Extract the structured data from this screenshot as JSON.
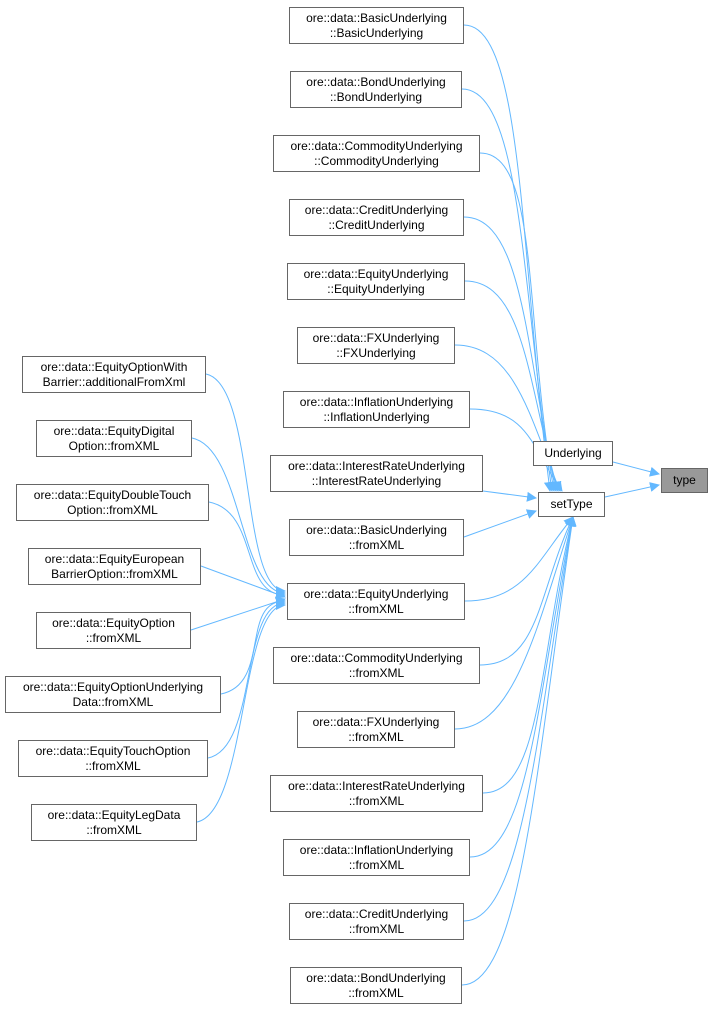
{
  "target": {
    "label": "type"
  },
  "direct_callers": [
    {
      "label": "Underlying"
    },
    {
      "label": "setType"
    }
  ],
  "settype_callers": [
    {
      "l1": "ore::data::BasicUnderlying",
      "l2": "::BasicUnderlying"
    },
    {
      "l1": "ore::data::BondUnderlying",
      "l2": "::BondUnderlying"
    },
    {
      "l1": "ore::data::CommodityUnderlying",
      "l2": "::CommodityUnderlying"
    },
    {
      "l1": "ore::data::CreditUnderlying",
      "l2": "::CreditUnderlying"
    },
    {
      "l1": "ore::data::EquityUnderlying",
      "l2": "::EquityUnderlying"
    },
    {
      "l1": "ore::data::FXUnderlying",
      "l2": "::FXUnderlying"
    },
    {
      "l1": "ore::data::InflationUnderlying",
      "l2": "::InflationUnderlying"
    },
    {
      "l1": "ore::data::InterestRateUnderlying",
      "l2": "::InterestRateUnderlying"
    },
    {
      "l1": "ore::data::BasicUnderlying",
      "l2": "::fromXML"
    },
    {
      "l1": "ore::data::EquityUnderlying",
      "l2": "::fromXML"
    },
    {
      "l1": "ore::data::CommodityUnderlying",
      "l2": "::fromXML"
    },
    {
      "l1": "ore::data::FXUnderlying",
      "l2": "::fromXML"
    },
    {
      "l1": "ore::data::InterestRateUnderlying",
      "l2": "::fromXML"
    },
    {
      "l1": "ore::data::InflationUnderlying",
      "l2": "::fromXML"
    },
    {
      "l1": "ore::data::CreditUnderlying",
      "l2": "::fromXML"
    },
    {
      "l1": "ore::data::BondUnderlying",
      "l2": "::fromXML"
    }
  ],
  "equity_fromxml_callers": [
    {
      "l1": "ore::data::EquityOptionWith",
      "l2": "Barrier::additionalFromXml"
    },
    {
      "l1": "ore::data::EquityDigital",
      "l2": "Option::fromXML"
    },
    {
      "l1": "ore::data::EquityDoubleTouch",
      "l2": "Option::fromXML"
    },
    {
      "l1": "ore::data::EquityEuropean",
      "l2": "BarrierOption::fromXML"
    },
    {
      "l1": "ore::data::EquityOption",
      "l2": "::fromXML"
    },
    {
      "l1": "ore::data::EquityOptionUnderlying",
      "l2": "Data::fromXML"
    },
    {
      "l1": "ore::data::EquityTouchOption",
      "l2": "::fromXML"
    },
    {
      "l1": "ore::data::EquityLegData",
      "l2": "::fromXML"
    }
  ],
  "colors": {
    "edge": "#63b8ff",
    "border": "#666666",
    "current": "#999999"
  }
}
